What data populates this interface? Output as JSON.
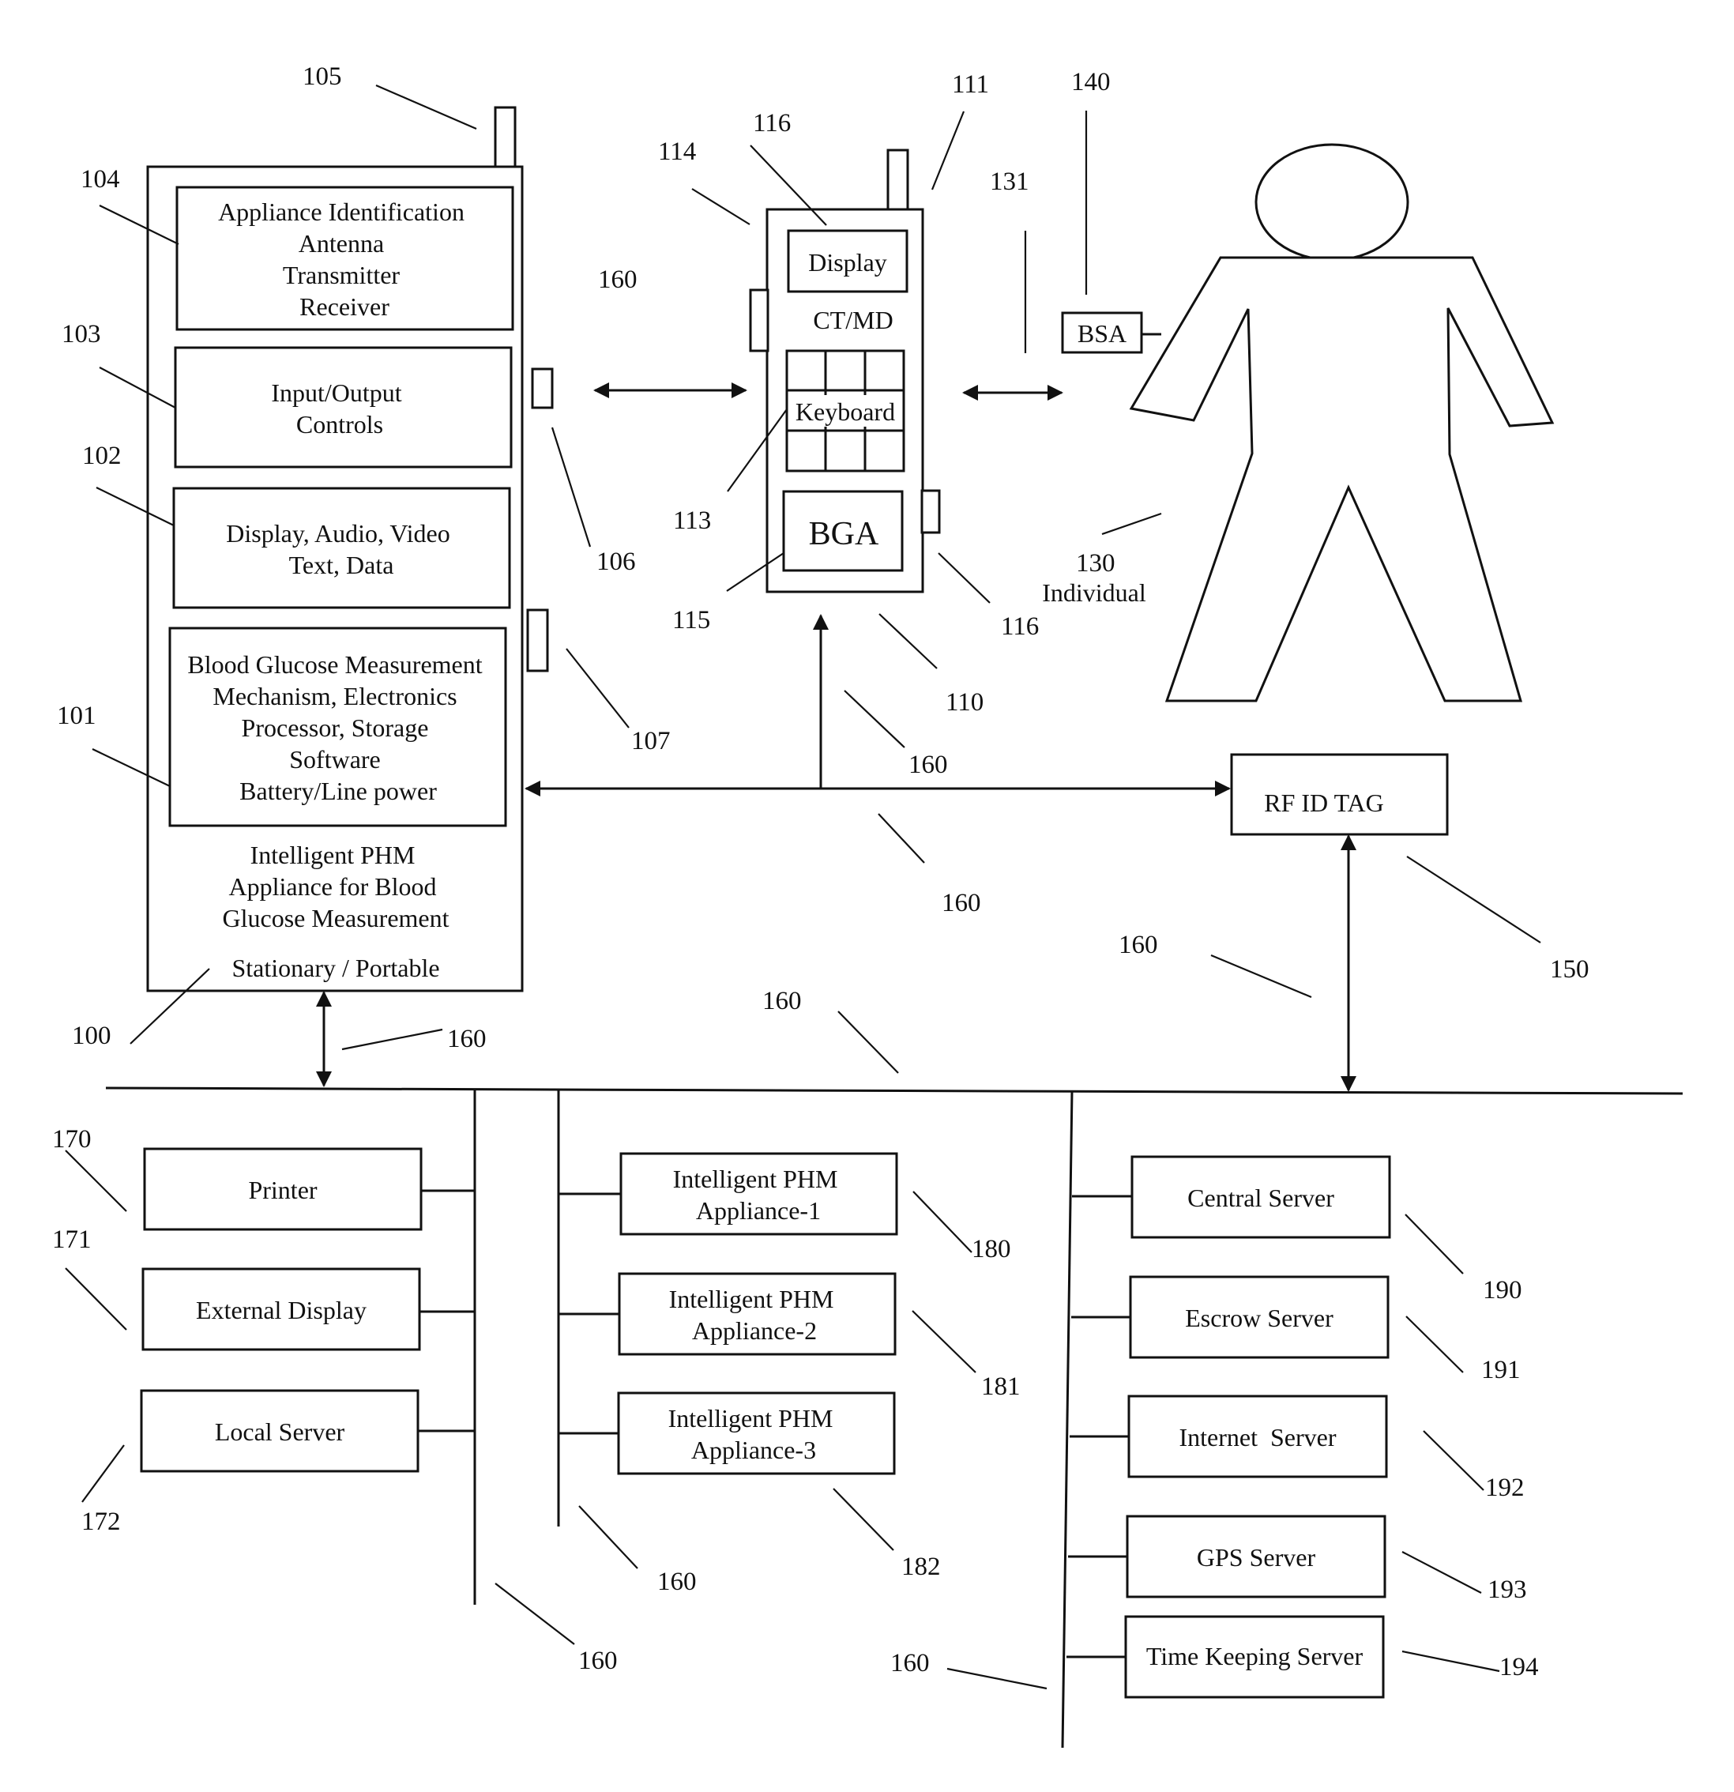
{
  "pv": {
    "title": [
      "Intelligent PHM",
      "Appliance for Blood",
      "Glucose Measurement"
    ],
    "sub": "Stationary / Portable",
    "r104": [
      "Appliance Identification",
      "Antenna",
      "Transmitter",
      "Receiver"
    ],
    "r103": [
      "Input/Output",
      "Controls"
    ],
    "r102": [
      "Display, Audio, Video",
      "Text, Data"
    ],
    "r101": [
      "Blood Glucose Measurement",
      "Mechanism, Electronics",
      "Processor, Storage",
      "Software",
      "Battery/Line power"
    ]
  },
  "device": {
    "display": "Display",
    "ctmd": "CT/MD",
    "keyboard": "Keyboard",
    "bga": "BGA"
  },
  "bsa": "BSA",
  "rfid": "RF ID TAG",
  "individual": "Individual",
  "periph": [
    "Printer",
    "External Display",
    "Local Server"
  ],
  "apps": [
    [
      "Intelligent PHM",
      "Appliance-1"
    ],
    [
      "Intelligent PHM",
      "Appliance-2"
    ],
    [
      "Intelligent PHM",
      "Appliance-3"
    ]
  ],
  "servers": [
    "Central Server",
    "Escrow Server",
    "Internet  Server",
    "GPS Server",
    "Time Keeping Server"
  ],
  "refs": {
    "r100": "100",
    "r101": "101",
    "r102": "102",
    "r103": "103",
    "r104": "104",
    "r105": "105",
    "r106": "106",
    "r107": "107",
    "r110": "110",
    "r111": "111",
    "r113": "113",
    "r114": "114",
    "r115": "115",
    "r116": "116",
    "r130": "130",
    "r131": "131",
    "r140": "140",
    "r150": "150",
    "r160": "160",
    "r170": "170",
    "r171": "171",
    "r172": "172",
    "r180": "180",
    "r181": "181",
    "r182": "182",
    "r190": "190",
    "r191": "191",
    "r192": "192",
    "r193": "193",
    "r194": "194"
  }
}
